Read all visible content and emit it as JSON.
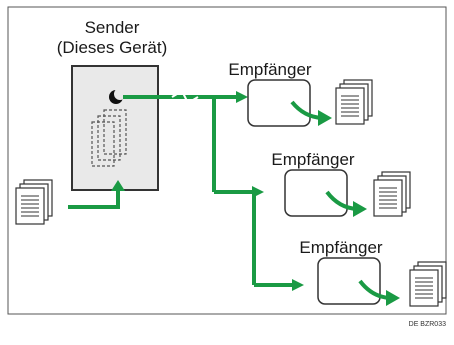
{
  "sender": {
    "label_line1": "Sender",
    "label_line2": "(Dieses Gerät)"
  },
  "receivers": [
    {
      "label": "Empfänger"
    },
    {
      "label": "Empfänger"
    },
    {
      "label": "Empfänger"
    }
  ],
  "figure_code": "DE BZR033",
  "colors": {
    "arrow": "#1a9a44",
    "device_fill": "#e9e9e9",
    "border": "#333333"
  }
}
